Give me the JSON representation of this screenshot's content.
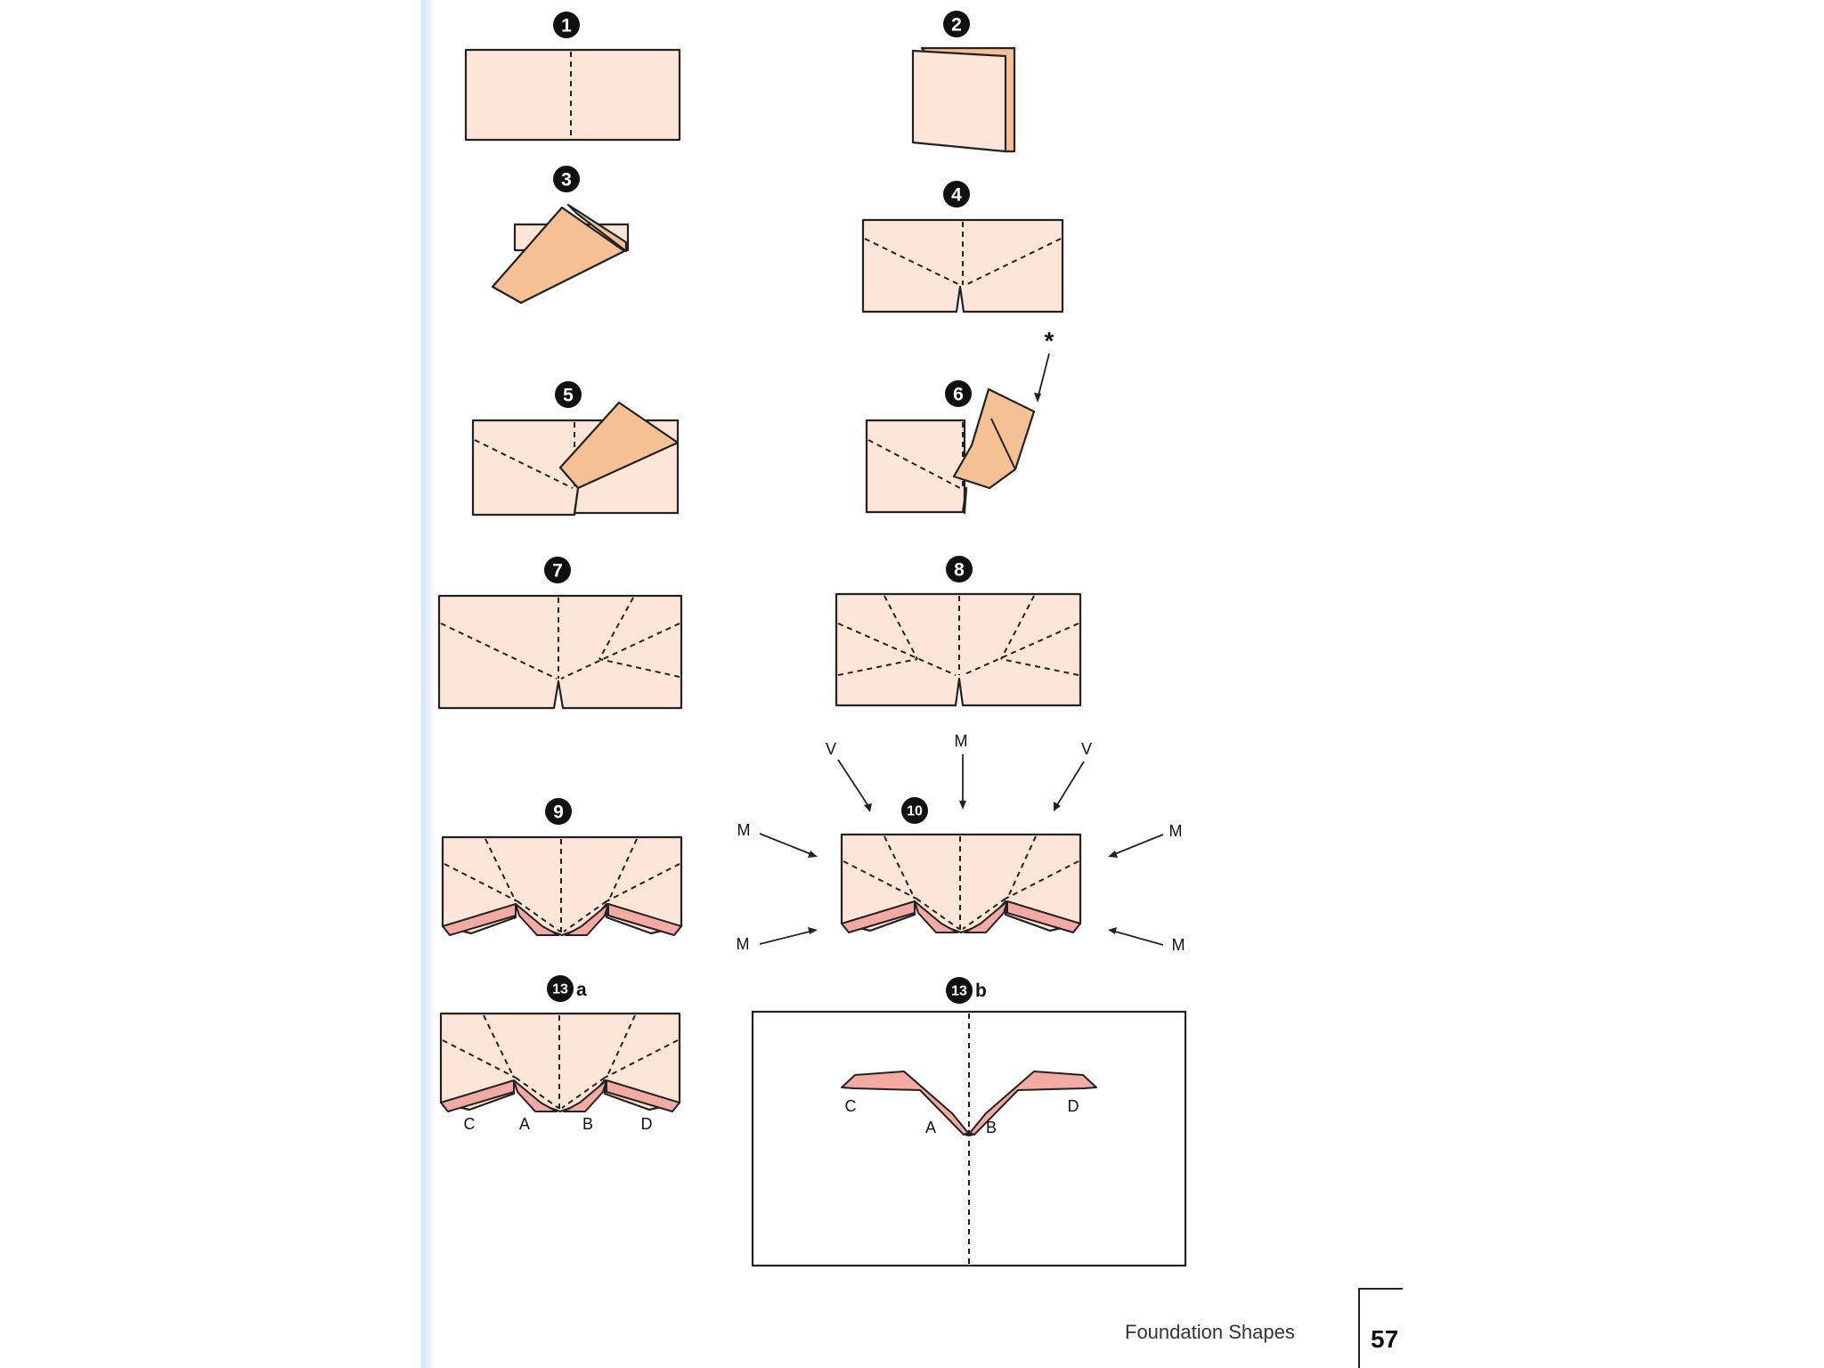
{
  "steps": {
    "s1": "1",
    "s2": "2",
    "s3": "3",
    "s4": "4",
    "s5": "5",
    "s6": "6",
    "s7": "7",
    "s8": "8",
    "s9": "9",
    "s10": "10",
    "s13a": "13",
    "s13b": "13"
  },
  "step_suffix": {
    "a": "a",
    "b": "b"
  },
  "marks": {
    "asterisk": "*"
  },
  "fold_labels": {
    "v_left": "V",
    "m_top": "M",
    "v_right": "V",
    "m_upper_left": "M",
    "m_upper_right": "M",
    "m_lower_left": "M",
    "m_lower_right": "M"
  },
  "point_labels_13a": [
    "C",
    "A",
    "B",
    "D"
  ],
  "point_labels_13b": [
    "C",
    "A",
    "B",
    "D"
  ],
  "footer": {
    "section": "Foundation Shapes",
    "page_number": "57"
  }
}
